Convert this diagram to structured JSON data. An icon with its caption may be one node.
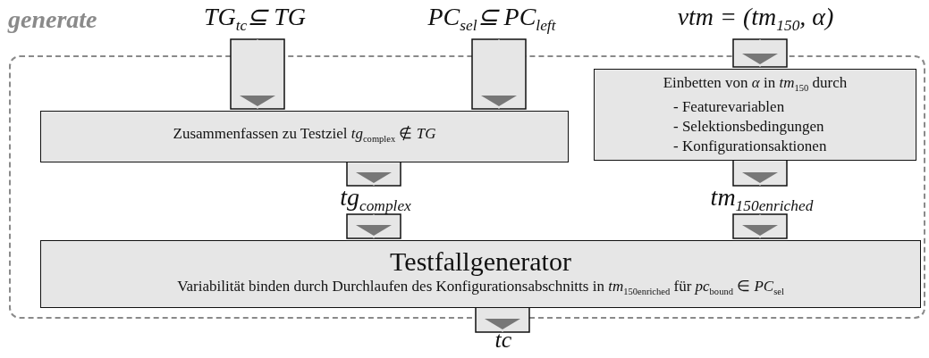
{
  "diagram": {
    "nodes": [
      {
        "text": [
          "generate"
        ]
      },
      {
        "text": [
          "TG$_{tc}$⊆ TG"
        ]
      },
      {
        "text": [
          "PC$_{sel}$⊆ PC$_{left}$"
        ]
      },
      {
        "text": [
          "vtm = (tm$_{150}$, α)"
        ]
      },
      {
        "text": [
          "Zusammenfassen zu Testziel *tg*$_{complex}$ ∉ *TG*"
        ],
        "in": 0
      },
      {
        "text": [
          "Einbetten von *α* in *tm*$_{150}$ durch",
          "- Featurevariablen",
          "- Selektionsbedingungen",
          "- Konfigurationsaktionen"
        ],
        "in": 0
      },
      {
        "text": [
          "tg$_{complex}$"
        ],
        "in": 0
      },
      {
        "text": [
          "tm$_{150enriched}$"
        ],
        "in": 0
      },
      {
        "text": [
          "Testfallgenerator",
          "Variabilität binden durch Durchlaufen des Konfigurationsabschnitts in *tm*$_{150enriched}$ für *pc*$_{bound}$ ∈ *PC*$_{sel}$"
        ],
        "in": 0
      },
      {
        "text": [
          "tc"
        ]
      }
    ],
    "edges": [
      {
        "from": 1,
        "to": 4,
        "arrow": "to"
      },
      {
        "from": 2,
        "to": 4,
        "arrow": "to"
      },
      {
        "from": 3,
        "to": 5,
        "arrow": "to"
      },
      {
        "from": 4,
        "to": 6,
        "arrow": "to"
      },
      {
        "from": 6,
        "to": 8,
        "arrow": "to"
      },
      {
        "from": 5,
        "to": 7,
        "arrow": "to"
      },
      {
        "from": 7,
        "to": 8,
        "arrow": "to"
      },
      {
        "from": 8,
        "to": 9,
        "arrow": "to"
      }
    ]
  }
}
